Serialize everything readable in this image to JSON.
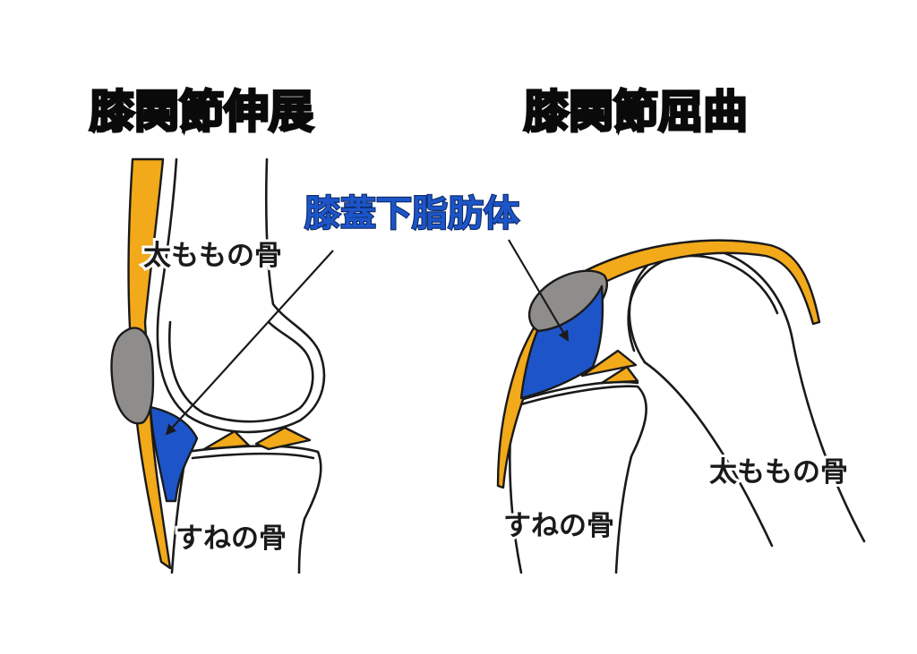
{
  "titles": {
    "extension": "膝関節伸展",
    "flexion": "膝関節屈曲"
  },
  "center_label": "膝蓋下脂肪体",
  "extension_labels": {
    "femur": "太ももの骨",
    "tibia": "すねの骨"
  },
  "flexion_labels": {
    "femur": "太ももの骨",
    "tibia": "すねの骨"
  },
  "colors": {
    "ligament": "#f2a91a",
    "fat_pad": "#1d55c9",
    "patella": "#8f8d8b",
    "outline": "#1a1a1a",
    "background": "#ffffff"
  }
}
